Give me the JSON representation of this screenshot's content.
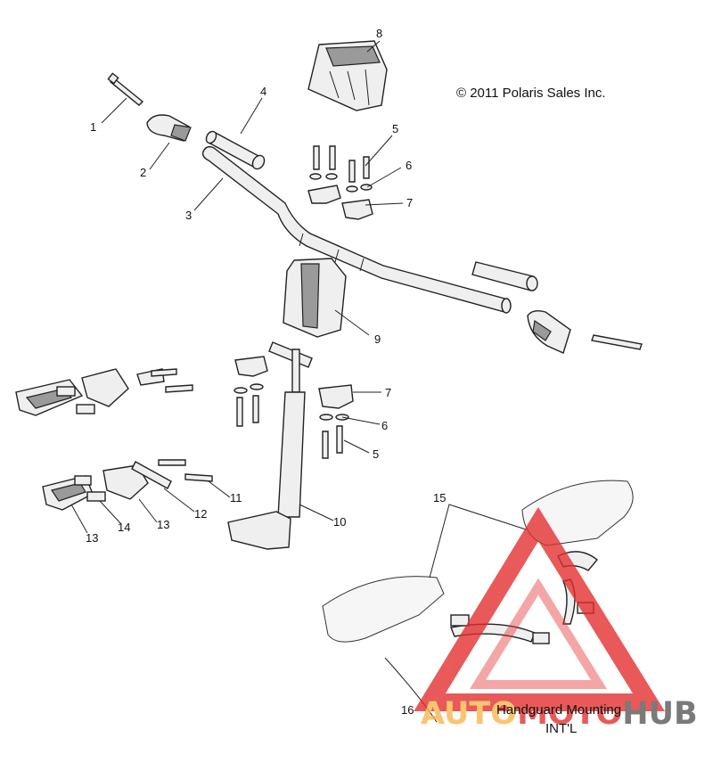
{
  "copyright": "© 2011 Polaris Sales Inc.",
  "callouts": [
    "1",
    "2",
    "3",
    "4",
    "5",
    "6",
    "7",
    "8",
    "9",
    "10",
    "11",
    "12",
    "13",
    "13",
    "14",
    "15",
    "16",
    "7",
    "6",
    "5"
  ],
  "caption": {
    "line1": "Handguard Mounting",
    "line2": "INT'L"
  },
  "watermark": {
    "text_light": "AUTO",
    "text_red": "MOTO",
    "text_dark": "HUB",
    "color_light": "#f7b64a",
    "color_red": "#e32b2b",
    "color_dark": "#555555"
  }
}
